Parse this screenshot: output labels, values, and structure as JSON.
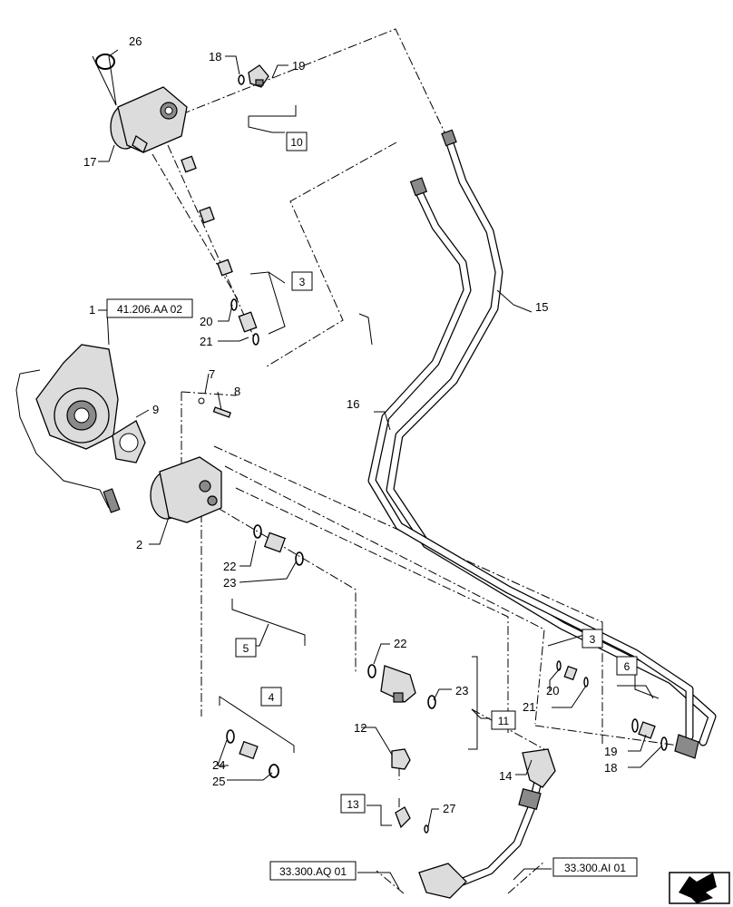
{
  "callouts": [
    "1",
    "2",
    "3",
    "4",
    "5",
    "6",
    "7",
    "8",
    "9",
    "10",
    "11",
    "12",
    "13",
    "14",
    "15",
    "16",
    "17",
    "18",
    "19",
    "20",
    "21",
    "22",
    "23",
    "24",
    "25",
    "26",
    "27"
  ],
  "refs": {
    "r1": "41.206.AA 02",
    "r2": "33.300.AQ 01",
    "r3": "33.300.AI 01"
  },
  "groups": {
    "g3a": "3",
    "g3b": "3",
    "g4": "4",
    "g5": "5",
    "g6": "6",
    "g10": "10",
    "g11": "11",
    "g13": "13"
  },
  "nav": {
    "icon": "next-page-arrow-icon"
  }
}
